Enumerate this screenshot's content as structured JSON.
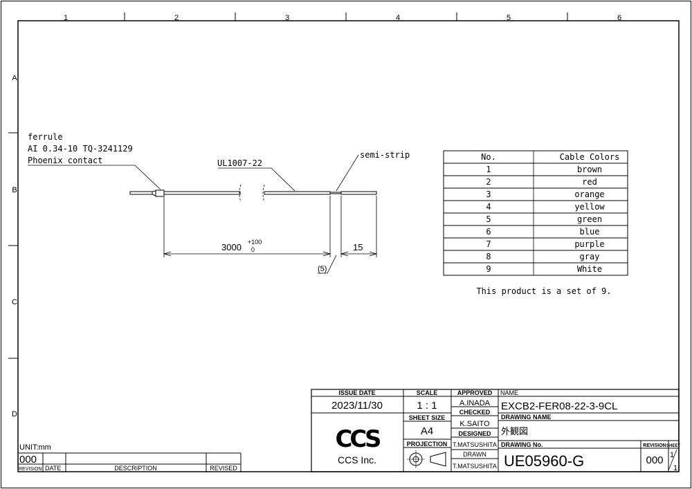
{
  "frame": {
    "columns": [
      "1",
      "2",
      "3",
      "4",
      "5",
      "6"
    ],
    "rows": [
      "A",
      "B",
      "C",
      "D"
    ]
  },
  "drawing": {
    "ferrule_label": [
      "ferrule",
      "AI 0.34-10 TQ-3241129",
      "Phoenix contact"
    ],
    "cable_label": "UL1007-22",
    "strip_label": "semi-strip",
    "dim_length": "3000",
    "dim_tol_upper": "+100",
    "dim_tol_lower": "0",
    "dim_strip": "15",
    "dim_semi": "(5)"
  },
  "color_table": {
    "headers": [
      "No.",
      "Cable Colors"
    ],
    "rows": [
      [
        "1",
        "brown"
      ],
      [
        "2",
        "red"
      ],
      [
        "3",
        "orange"
      ],
      [
        "4",
        "yellow"
      ],
      [
        "5",
        "green"
      ],
      [
        "6",
        "blue"
      ],
      [
        "7",
        "purple"
      ],
      [
        "8",
        "gray"
      ],
      [
        "9",
        "White"
      ]
    ],
    "note": "This product is a set of 9."
  },
  "revision_block": {
    "unit": "UNIT:mm",
    "revision": "000",
    "headers": [
      "REVISION",
      "DATE",
      "DESCRIPTION",
      "REVISED"
    ]
  },
  "title_block": {
    "issue_date_label": "ISSUE DATE",
    "issue_date": "2023/11/30",
    "scale_label": "SCALE",
    "scale": "1 : 1",
    "sheet_size_label": "SHEET SIZE",
    "sheet_size": "A4",
    "projection_label": "PROJECTION",
    "approved_label": "APPROVED",
    "approved": "A.INADA",
    "checked_label": "CHECKED",
    "checked": "K.SAITO",
    "designed_label": "DESIGNED",
    "designed": "T.MATSUSHITA",
    "drawn_label": "DRAWN",
    "drawn": "T.MATSUSHITA",
    "name_label": "NAME",
    "name": "EXCB2-FER08-22-3-9CL",
    "drawing_name_label": "DRAWING NAME",
    "drawing_name": "外観図",
    "drawing_no_label": "DRAWING No.",
    "drawing_no": "UE05960-G",
    "revision_label": "REVISION",
    "revision": "000",
    "sheet_label": "SHEET",
    "sheet_num": "1",
    "sheet_total": "1",
    "logo": "CCS",
    "company": "CCS Inc."
  }
}
